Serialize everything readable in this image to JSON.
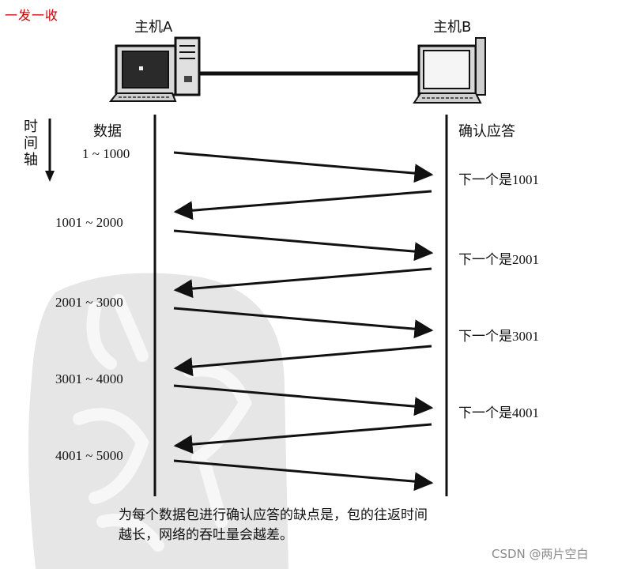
{
  "corner_label": "一发一收",
  "hosts": {
    "a": "主机A",
    "b": "主机B"
  },
  "time_axis": [
    "时",
    "间",
    "轴"
  ],
  "headers": {
    "data": "数据",
    "ack": "确认应答"
  },
  "data_ranges": [
    "1 ~ 1000",
    "1001 ~ 2000",
    "2001 ~ 3000",
    "3001 ~ 4000",
    "4001 ~ 5000"
  ],
  "acks": [
    "下一个是1001",
    "下一个是2001",
    "下一个是3001",
    "下一个是4001"
  ],
  "caption": {
    "line1": "为每个数据包进行确认应答的缺点是，包的往返时间",
    "line2": "越长，网络的吞吐量会越差。"
  },
  "watermark": "CSDN @两片空白"
}
